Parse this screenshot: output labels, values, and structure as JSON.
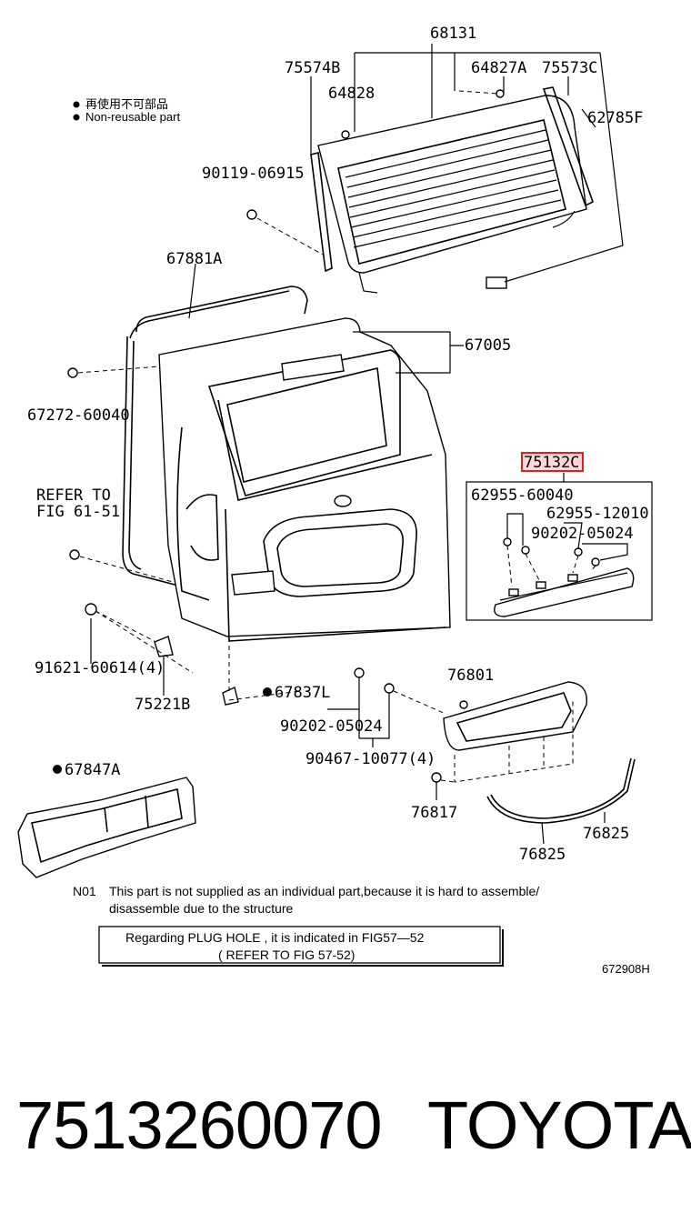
{
  "legend": {
    "jp": "再使用不可部品",
    "en": "Non-reusable part"
  },
  "labels": {
    "p68131": "68131",
    "p75574B": "75574B",
    "p64828": "64828",
    "p64827A": "64827A",
    "p75573C": "75573C",
    "p62785F": "62785F",
    "p90119": "90119-06915",
    "p67881A": "67881A",
    "p67005": "67005",
    "p67272": "67272-60040",
    "refer1": "REFER TO",
    "refer2": "FIG 61-51",
    "p75132": "75132C",
    "p62955a": "62955-60040",
    "p62955b": "62955-12010",
    "p90202a": "90202-05024",
    "p91621": "91621-60614(4)",
    "p75221B": "75221B",
    "p67837L": "67837L",
    "p76801": "76801",
    "p90202b": "90202-05024",
    "p90467": "90467-10077(4)",
    "p67847A": "67847A",
    "p76817": "76817",
    "p76825a": "76825",
    "p76825b": "76825",
    "n01tag": "N01"
  },
  "notes": {
    "n01_line1": "This part is not supplied as an individual part,because it is hard to assemble/",
    "n01_line2": "disassemble due to the structure",
    "plug_line1": "Regarding  PLUG HOLE  , it is  indicated  in  FIG57—52",
    "plug_line2": "( REFER  TO  FIG  57-52)",
    "fig_id": "672908H"
  },
  "footer": {
    "part_number": "7513260070",
    "brand": "TOYOTA"
  }
}
